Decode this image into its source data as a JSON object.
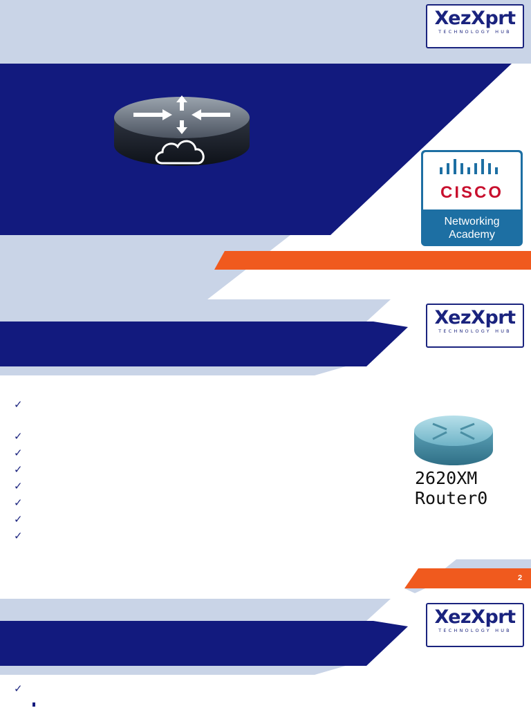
{
  "logo": {
    "brand_main": "ezXprt",
    "brand_prefix": "X",
    "brand_sub": "TECHNOLOGY HUB"
  },
  "cisco_badge": {
    "brand": "CISCO",
    "line1": "Networking",
    "line2": "Academy"
  },
  "slide2": {
    "check_mark": "✓",
    "device_model": "2620XM",
    "device_name": "Router0",
    "page_number": "2"
  },
  "slide3": {
    "check_mark": "✓"
  },
  "colors": {
    "navy": "#121a7e",
    "light_blue": "#c9d4e7",
    "orange": "#f05a1e"
  }
}
